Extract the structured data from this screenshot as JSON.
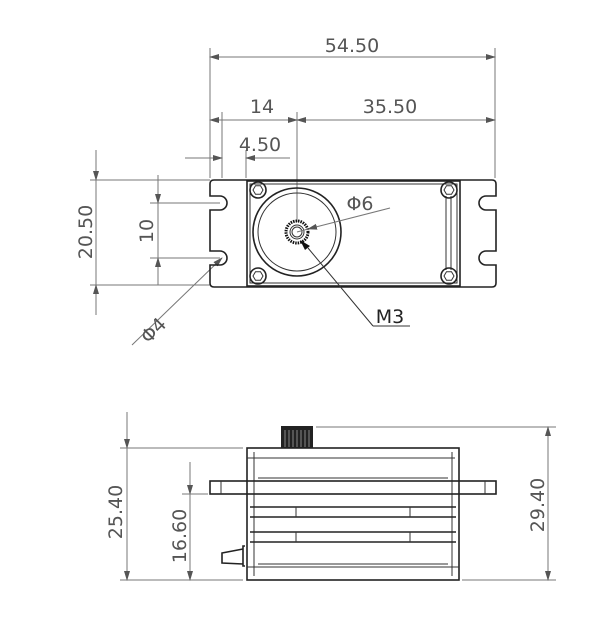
{
  "title": "Servo dimension drawing",
  "top_view": {
    "overall_width": "54.50",
    "flange_to_shaft": "14",
    "shaft_to_edge": "35.50",
    "flange_offset": "4.50",
    "height": "20.50",
    "hole_spacing": "10",
    "hole_diameter": "Φ4",
    "output_diameter": "Φ6",
    "thread": "M3"
  },
  "side_view": {
    "body_height": "25.40",
    "flange_height": "16.60",
    "total_height": "29.40"
  }
}
